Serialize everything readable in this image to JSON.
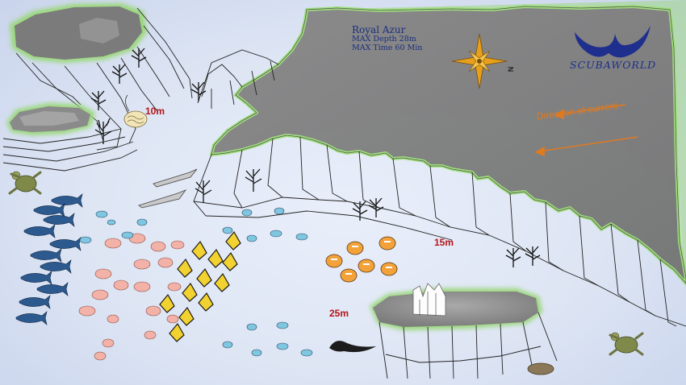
{
  "map": {
    "site_name": "Royal Azur",
    "max_depth": "MAX Depth 28m",
    "max_time": "MAX Time 60 Min",
    "brand": "SCUBAWORLD",
    "current_label": "Direction of current",
    "north_label": "N",
    "depths": {
      "d10": "10m",
      "d15": "15m",
      "d25": "25m"
    }
  }
}
